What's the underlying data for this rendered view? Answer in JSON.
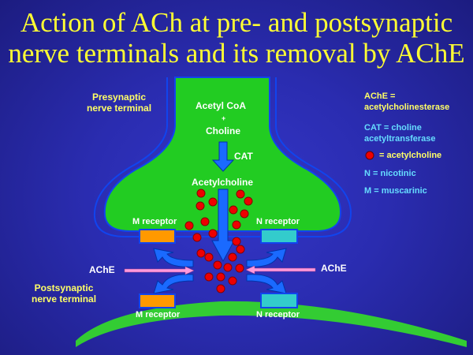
{
  "title": {
    "line1": "Action of ACh at pre- and postsynaptic",
    "line2": "nerve terminals and its removal by AChE"
  },
  "labels": {
    "presynaptic": [
      "Presynaptic",
      "nerve terminal"
    ],
    "postsynaptic": [
      "Postsynaptic",
      "nerve terminal"
    ],
    "acetyl_coa": "Acetyl CoA",
    "plus": "+",
    "choline": "Choline",
    "cat": "CAT",
    "acetylcholine": "Acetylcholine",
    "m_receptor": "M receptor",
    "n_receptor": "N receptor",
    "ache": "AChE"
  },
  "legend": {
    "ache": [
      "AChE =",
      "acetylcholinesterase"
    ],
    "cat": [
      "CAT = choline",
      "acetyltransferase"
    ],
    "ach": "= acetylcholine",
    "n": "N = nicotinic",
    "m": "M = muscarinic"
  },
  "colors": {
    "terminal": "#22cc22",
    "ach": "#ee0000",
    "m_receptor": "#ff9900",
    "n_receptor": "#33cccc",
    "arrow": "#1a6aff",
    "ache_arrow": "#ff99dd"
  }
}
